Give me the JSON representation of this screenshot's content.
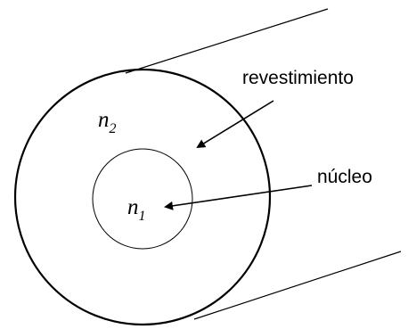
{
  "labels": {
    "cladding": "revestimiento",
    "core": "núcleo",
    "n2_base": "n",
    "n2_sub": "2",
    "n1_base": "n",
    "n1_sub": "1"
  },
  "colors": {
    "stroke": "#000000",
    "background": "#ffffff"
  }
}
